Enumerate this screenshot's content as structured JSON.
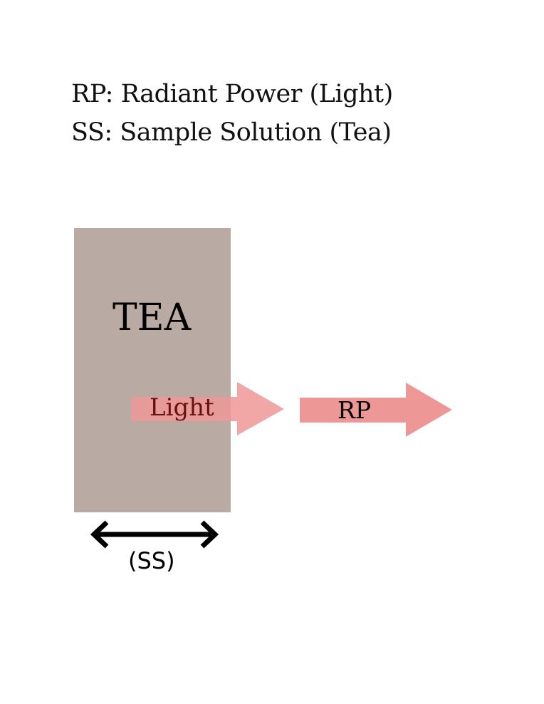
{
  "legend": [
    {
      "text": "RP: Radiant Power (Light)"
    },
    {
      "text": "SS: Sample Solution (Tea)"
    }
  ],
  "sample": {
    "label": "TEA",
    "color": "#b9aba4"
  },
  "incident_arrow": {
    "label": "Light",
    "color": "#ed9896",
    "label_color": "#6b1010"
  },
  "transmitted_arrow": {
    "label": "RP",
    "color": "#ed9896"
  },
  "path_length": {
    "label": "(SS)",
    "color": "#000000"
  }
}
